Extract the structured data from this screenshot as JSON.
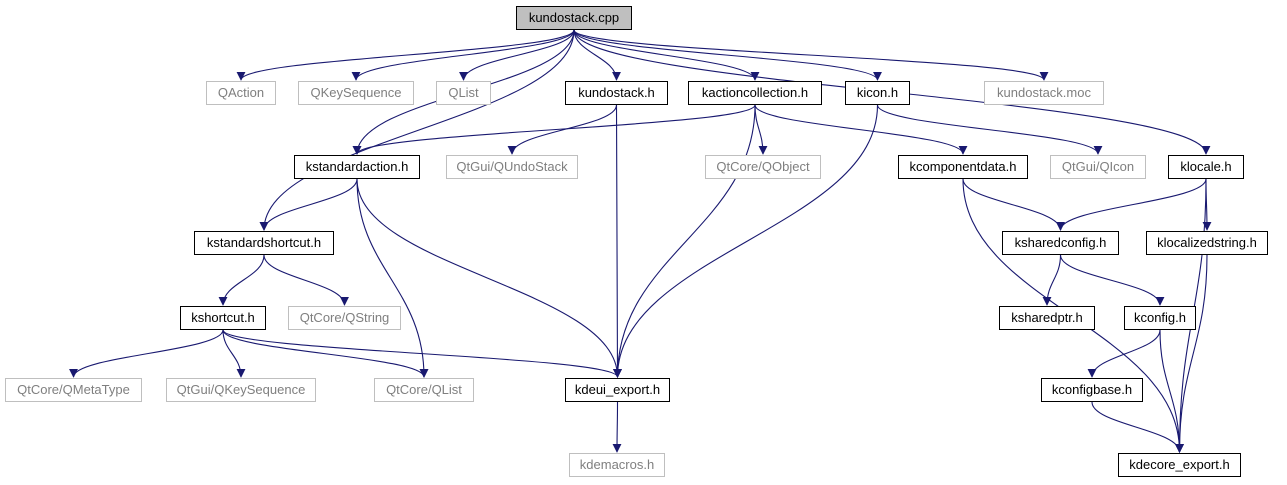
{
  "graph": {
    "colors": {
      "edge": "#191970",
      "defined_border": "#000000",
      "external_border": "#bfbfbf",
      "external_text": "#7f7f7f",
      "root_fill": "#bfbfbf"
    },
    "nodes": [
      {
        "id": "kundostack_cpp",
        "label": "kundostack.cpp",
        "kind": "root"
      },
      {
        "id": "qaction",
        "label": "QAction",
        "kind": "external"
      },
      {
        "id": "qkeysequence",
        "label": "QKeySequence",
        "kind": "external"
      },
      {
        "id": "qlist",
        "label": "QList",
        "kind": "external"
      },
      {
        "id": "kundostack_h",
        "label": "kundostack.h",
        "kind": "defined"
      },
      {
        "id": "kactioncollection_h",
        "label": "kactioncollection.h",
        "kind": "defined"
      },
      {
        "id": "kicon_h",
        "label": "kicon.h",
        "kind": "defined"
      },
      {
        "id": "kundostack_moc",
        "label": "kundostack.moc",
        "kind": "external"
      },
      {
        "id": "kstandardaction_h",
        "label": "kstandardaction.h",
        "kind": "defined"
      },
      {
        "id": "qtgui_qundostack",
        "label": "QtGui/QUndoStack",
        "kind": "external"
      },
      {
        "id": "qtcore_qobject",
        "label": "QtCore/QObject",
        "kind": "external"
      },
      {
        "id": "kcomponentdata_h",
        "label": "kcomponentdata.h",
        "kind": "defined"
      },
      {
        "id": "qtgui_qicon",
        "label": "QtGui/QIcon",
        "kind": "external"
      },
      {
        "id": "klocale_h",
        "label": "klocale.h",
        "kind": "defined"
      },
      {
        "id": "kstandardshortcut_h",
        "label": "kstandardshortcut.h",
        "kind": "defined"
      },
      {
        "id": "ksharedconfig_h",
        "label": "ksharedconfig.h",
        "kind": "defined"
      },
      {
        "id": "klocalizedstring_h",
        "label": "klocalizedstring.h",
        "kind": "defined"
      },
      {
        "id": "kshortcut_h",
        "label": "kshortcut.h",
        "kind": "defined"
      },
      {
        "id": "qtcore_qstring",
        "label": "QtCore/QString",
        "kind": "external"
      },
      {
        "id": "ksharedptr_h",
        "label": "ksharedptr.h",
        "kind": "defined"
      },
      {
        "id": "kconfig_h",
        "label": "kconfig.h",
        "kind": "defined"
      },
      {
        "id": "qtcore_qmetatype",
        "label": "QtCore/QMetaType",
        "kind": "external"
      },
      {
        "id": "qtgui_qkeysequence",
        "label": "QtGui/QKeySequence",
        "kind": "external"
      },
      {
        "id": "qtcore_qlist",
        "label": "QtCore/QList",
        "kind": "external"
      },
      {
        "id": "kdeui_export_h",
        "label": "kdeui_export.h",
        "kind": "defined"
      },
      {
        "id": "kconfigbase_h",
        "label": "kconfigbase.h",
        "kind": "defined"
      },
      {
        "id": "kdemacros_h",
        "label": "kdemacros.h",
        "kind": "external"
      },
      {
        "id": "kdecore_export_h",
        "label": "kdecore_export.h",
        "kind": "defined"
      }
    ],
    "edges": [
      [
        "kundostack_cpp",
        "qaction"
      ],
      [
        "kundostack_cpp",
        "qkeysequence"
      ],
      [
        "kundostack_cpp",
        "qlist"
      ],
      [
        "kundostack_cpp",
        "kundostack_h"
      ],
      [
        "kundostack_cpp",
        "kactioncollection_h"
      ],
      [
        "kundostack_cpp",
        "kicon_h"
      ],
      [
        "kundostack_cpp",
        "kundostack_moc"
      ],
      [
        "kundostack_cpp",
        "kstandardaction_h"
      ],
      [
        "kundostack_cpp",
        "kstandardshortcut_h"
      ],
      [
        "kundostack_cpp",
        "klocale_h"
      ],
      [
        "kundostack_h",
        "qtgui_qundostack"
      ],
      [
        "kundostack_h",
        "kdeui_export_h"
      ],
      [
        "kactioncollection_h",
        "kstandardaction_h"
      ],
      [
        "kactioncollection_h",
        "qtcore_qobject"
      ],
      [
        "kactioncollection_h",
        "kcomponentdata_h"
      ],
      [
        "kactioncollection_h",
        "kdeui_export_h"
      ],
      [
        "kicon_h",
        "qtgui_qicon"
      ],
      [
        "kicon_h",
        "kdeui_export_h"
      ],
      [
        "kstandardaction_h",
        "kstandardshortcut_h"
      ],
      [
        "kstandardaction_h",
        "qtcore_qlist"
      ],
      [
        "kstandardaction_h",
        "kdeui_export_h"
      ],
      [
        "kstandardshortcut_h",
        "kshortcut_h"
      ],
      [
        "kstandardshortcut_h",
        "qtcore_qstring"
      ],
      [
        "kshortcut_h",
        "qtcore_qmetatype"
      ],
      [
        "kshortcut_h",
        "qtgui_qkeysequence"
      ],
      [
        "kshortcut_h",
        "qtcore_qlist"
      ],
      [
        "kshortcut_h",
        "kdeui_export_h"
      ],
      [
        "kdeui_export_h",
        "kdemacros_h"
      ],
      [
        "kcomponentdata_h",
        "ksharedconfig_h"
      ],
      [
        "kcomponentdata_h",
        "kdecore_export_h"
      ],
      [
        "klocale_h",
        "ksharedconfig_h"
      ],
      [
        "klocale_h",
        "klocalizedstring_h"
      ],
      [
        "klocale_h",
        "kdecore_export_h"
      ],
      [
        "ksharedconfig_h",
        "ksharedptr_h"
      ],
      [
        "ksharedconfig_h",
        "kconfig_h"
      ],
      [
        "klocalizedstring_h",
        "kdecore_export_h"
      ],
      [
        "kconfig_h",
        "kconfigbase_h"
      ],
      [
        "kconfig_h",
        "kdecore_export_h"
      ],
      [
        "kconfigbase_h",
        "kdecore_export_h"
      ]
    ]
  }
}
